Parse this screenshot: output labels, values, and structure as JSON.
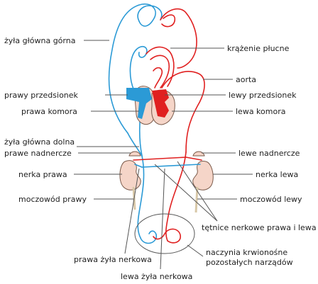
{
  "colors": {
    "vein": "#2b9ad6",
    "artery": "#e02020",
    "organ_fill": "#f5d5c8",
    "organ_stroke": "#7a5a4a",
    "ureter": "#d8c8a8",
    "leader": "#555555"
  },
  "labels": {
    "zyla_glowna_gorna": "żyła główna górna",
    "krazenie_plucne": "krążenie płucne",
    "aorta": "aorta",
    "prawy_przedsionek": "prawy przedsionek",
    "lewy_przedsionek": "lewy przedsionek",
    "prawa_komora": "prawa komora",
    "lewa_komora": "lewa komora",
    "zyla_glowna_dolna": "żyła główna dolna",
    "prawe_nadnercze": "prawe nadnercze",
    "lewe_nadnercze": "lewe nadnercze",
    "nerka_prawa": "nerka prawa",
    "nerka_lewa": "nerka lewa",
    "moczowod_prawy": "moczowód prawy",
    "moczowod_lewy": "moczowód lewy",
    "tetnice_nerkowe": "tętnice nerkowe prawa i lewa",
    "naczynia_line1": "naczynia krwionośne",
    "naczynia_line2": "pozostałych narządów",
    "prawa_zyla_nerkowa": "prawa żyła nerkowa",
    "lewa_zyla_nerkowa": "lewa żyła nerkowa"
  }
}
